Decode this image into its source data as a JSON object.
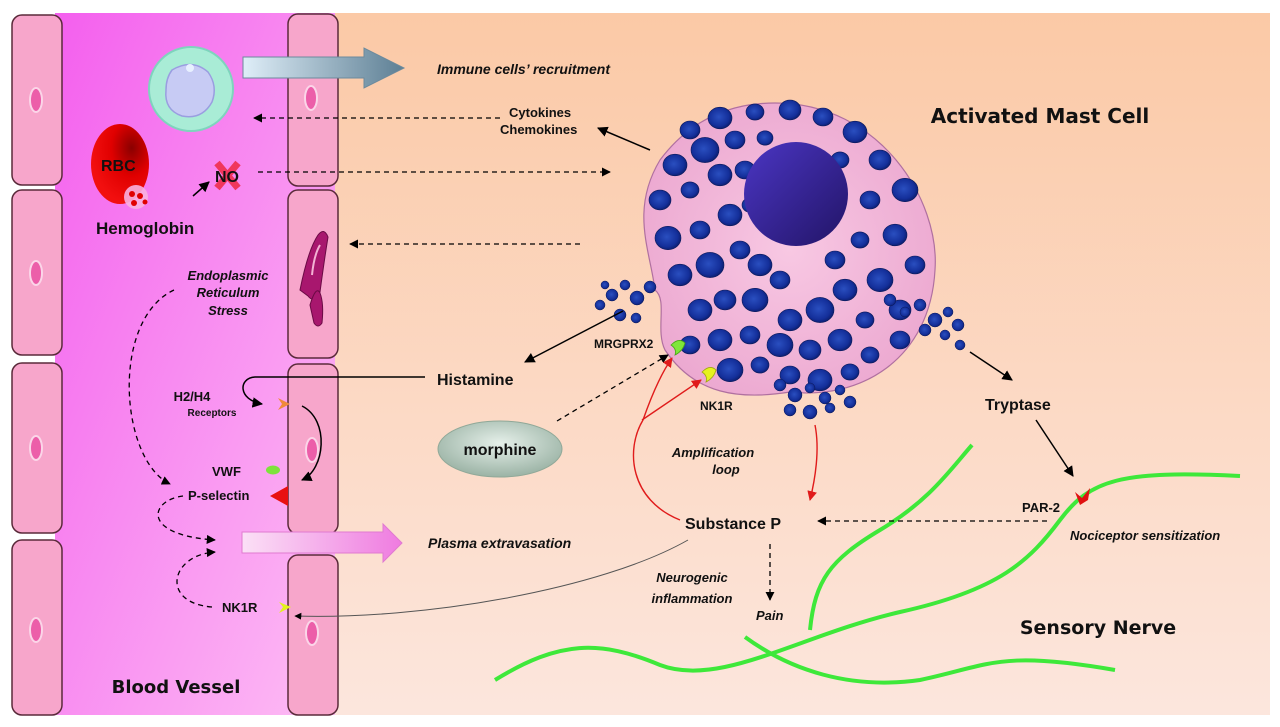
{
  "diagram": {
    "title_mast_cell": "Activated Mast Cell",
    "title_blood_vessel": "Blood Vessel",
    "title_sensory_nerve": "Sensory Nerve",
    "labels": {
      "immune_recruitment": "Immune cells’ recruitment",
      "cytokines": "Cytokines",
      "chemokines": "Chemokines",
      "rbc": "RBC",
      "no": "NO",
      "hemoglobin": "Hemoglobin",
      "er_stress_1": "Endoplasmic",
      "er_stress_2": "Reticulum",
      "er_stress_3": "Stress",
      "h2h4": "H2/H4",
      "receptors": "Receptors",
      "vwf": "VWF",
      "p_selectin": "P-selectin",
      "plasma_extravasation": "Plasma extravasation",
      "nk1r_vessel": "NK1R",
      "histamine": "Histamine",
      "mrgprx2": "MRGPRX2",
      "nk1r_mast": "NK1R",
      "morphine": "morphine",
      "amplification_1": "Amplification",
      "amplification_2": "loop",
      "substance_p": "Substance P",
      "neurogenic_1": "Neurogenic",
      "neurogenic_2": "inflammation",
      "pain": "Pain",
      "tryptase": "Tryptase",
      "par2": "PAR-2",
      "nociceptor": "Nociceptor sensitization"
    },
    "colors": {
      "vessel_lumen": "#f56cf0",
      "tissue_bg": "#fbd0b4",
      "endothelial": "#f7a3c8",
      "granule": "#1a2f9a",
      "nucleus": "#3a2a9e",
      "mast_cytoplasm": "#f0b5d6",
      "nerve": "#3ee83a",
      "red_arrow": "#e01b1b",
      "rbc": "#e50d0d"
    }
  }
}
